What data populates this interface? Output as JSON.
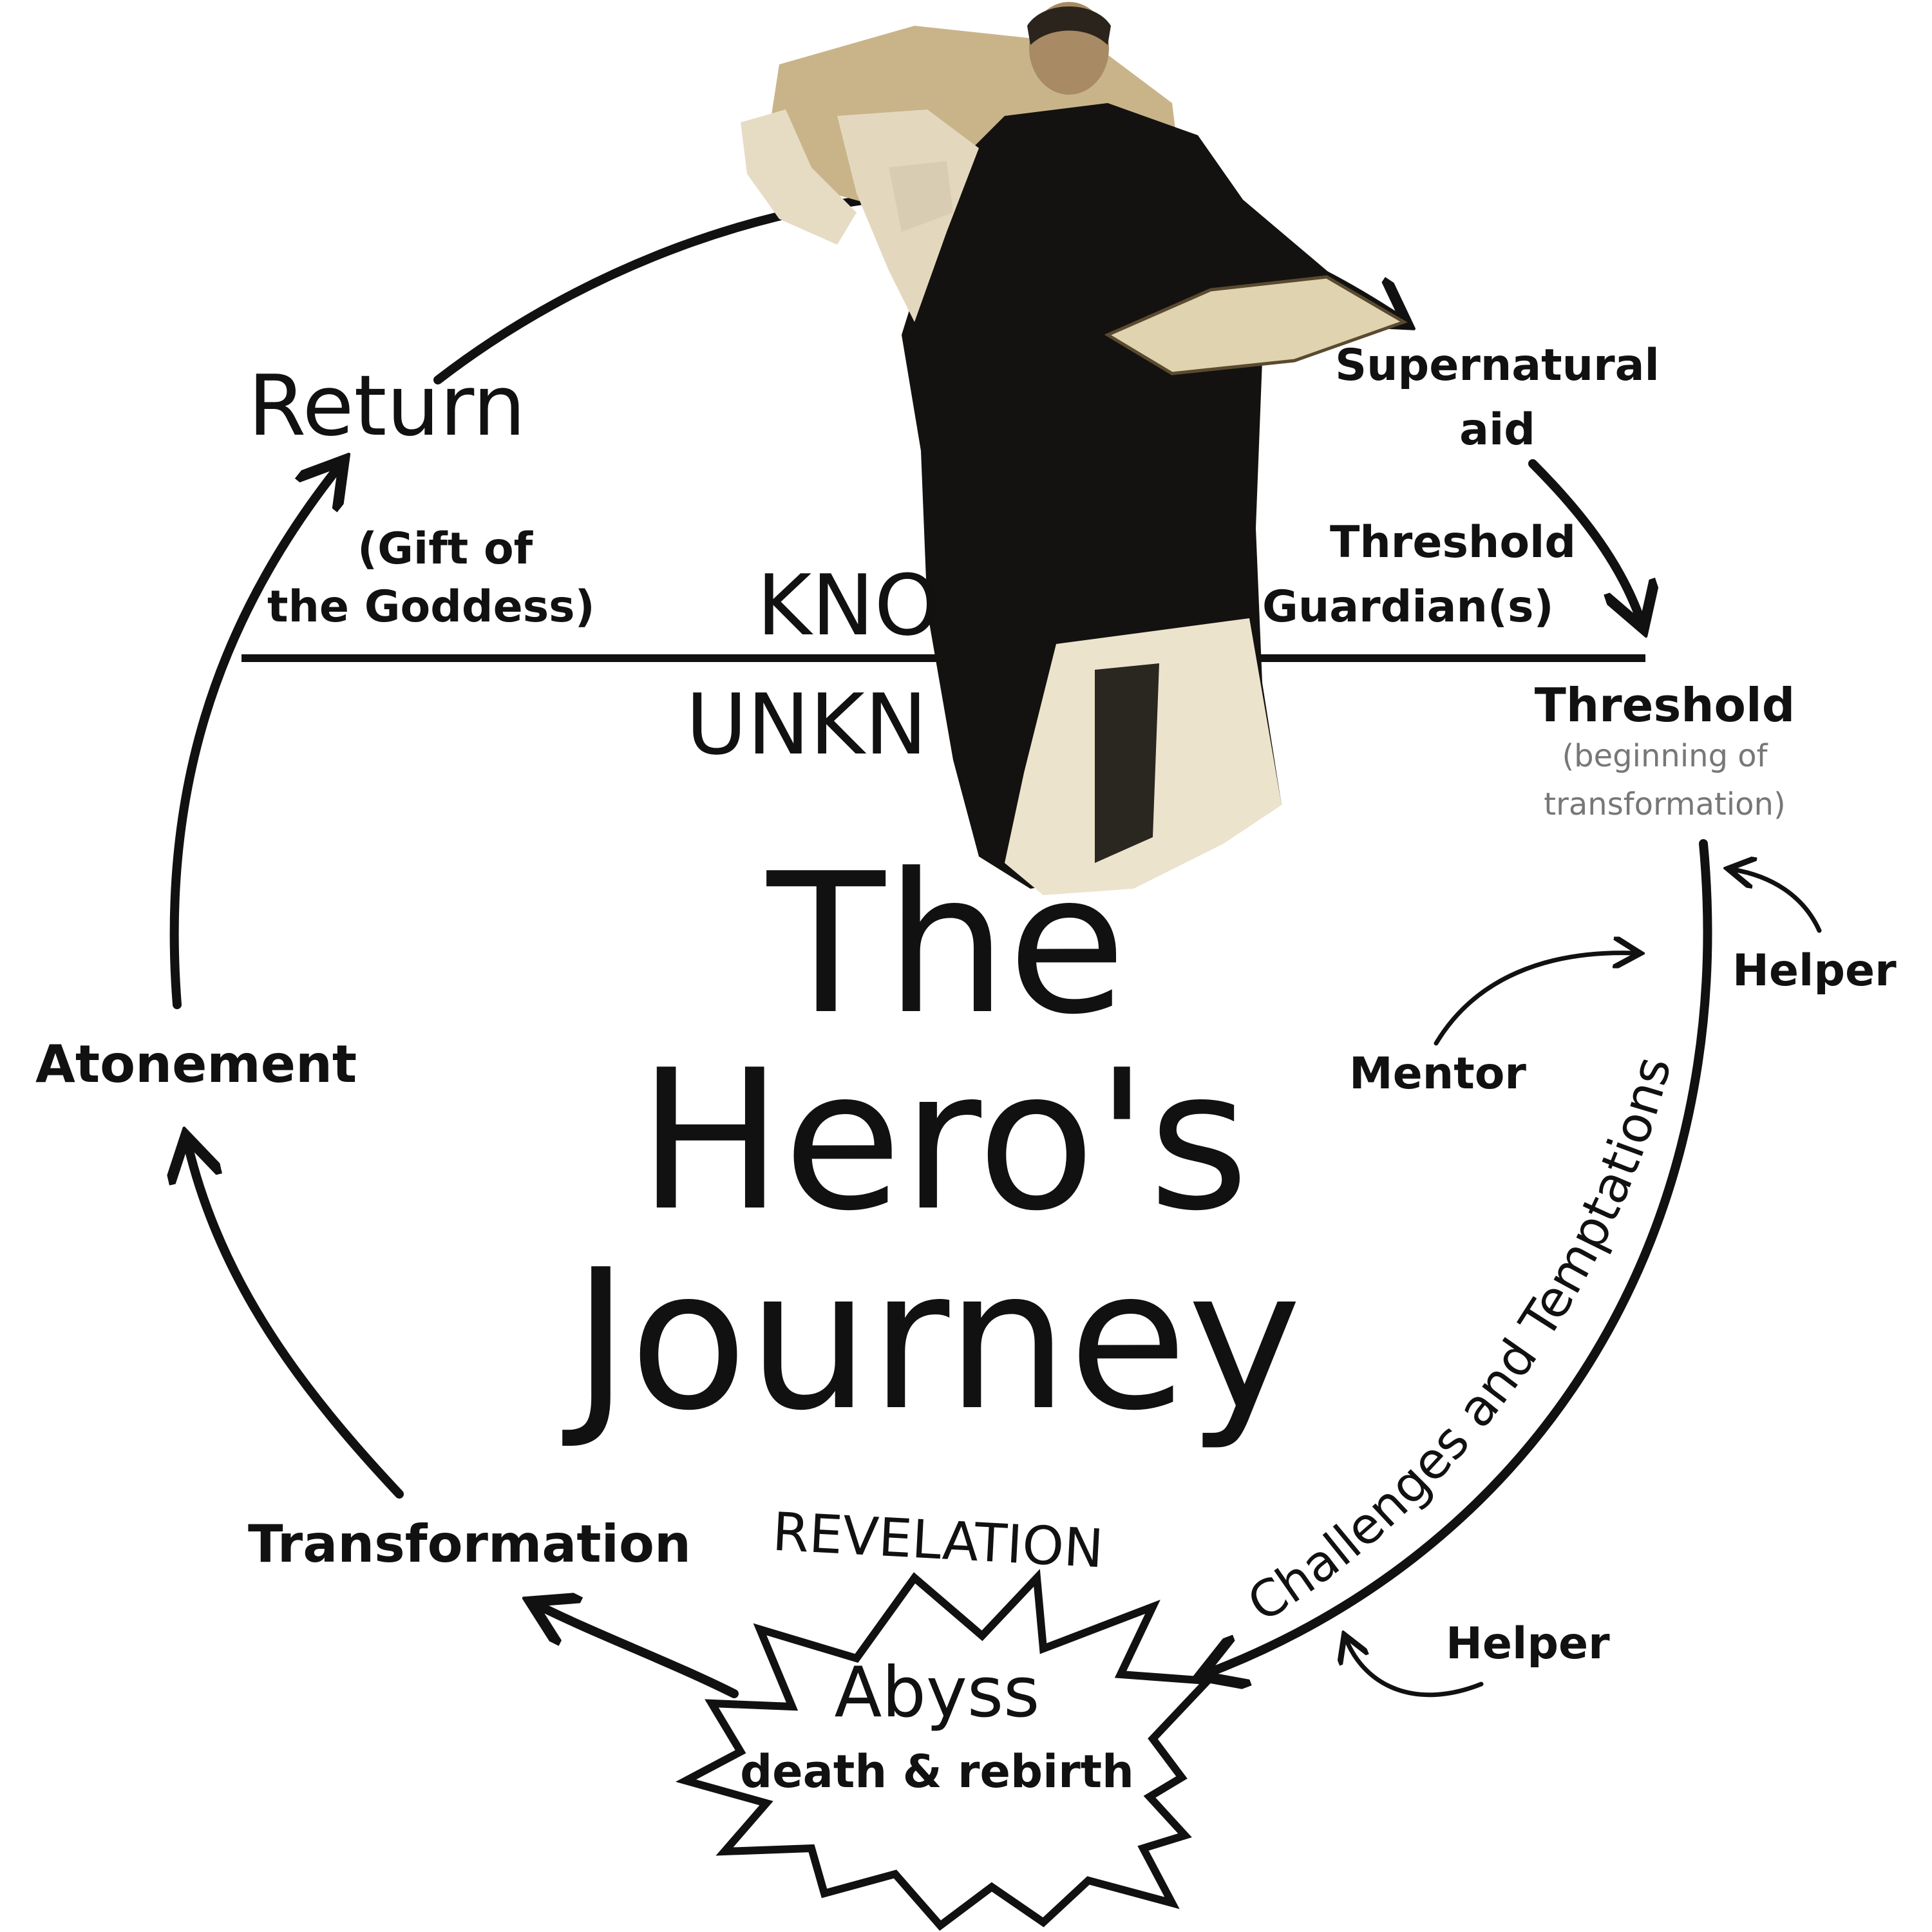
{
  "title": {
    "line1": "The",
    "line2": "Hero's",
    "line3": "Journey"
  },
  "divider": {
    "known": "KNO",
    "unknown": "UNKN"
  },
  "stages": {
    "return": "Return",
    "gift_line1": "(Gift of",
    "gift_line2": "the Goddess)",
    "supernatural_line1": "Supernatural",
    "supernatural_line2": "aid",
    "guardian_line1": "Threshold",
    "guardian_line2": "Guardian(s)",
    "threshold": "Threshold",
    "threshold_note_line1": "(beginning of",
    "threshold_note_line2": "transformation)",
    "helper_top": "Helper",
    "mentor": "Mentor",
    "challenges": "Challenges and Temptations",
    "helper_bottom": "Helper",
    "atonement": "Atonement",
    "transformation": "Transformation",
    "revelation": "REVELATION",
    "abyss": "Abyss",
    "abyss_note": "death & rebirth"
  },
  "colors": {
    "ink": "#111111",
    "note": "#777777",
    "robe": "#141210",
    "robe_light": "#ece3cc",
    "cloud": "#c7b288"
  },
  "figure": {
    "icon": "robed-figure-painting"
  }
}
